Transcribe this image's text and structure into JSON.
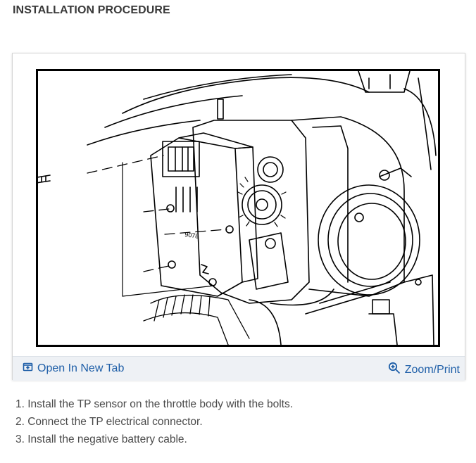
{
  "heading": "INSTALLATION PROCEDURE",
  "figure": {
    "label": "9078"
  },
  "toolbar": {
    "open_tab_label": "Open In New Tab",
    "zoom_label": "Zoom/Print",
    "link_color": "#1f5fa8",
    "open_tab_icon": "open-in-new-tab-icon",
    "zoom_icon": "magnifier-plus-icon"
  },
  "steps": [
    "1. Install the TP sensor on the throttle body with the bolts.",
    "2. Connect the TP electrical connector.",
    "3. Install the negative battery cable."
  ]
}
